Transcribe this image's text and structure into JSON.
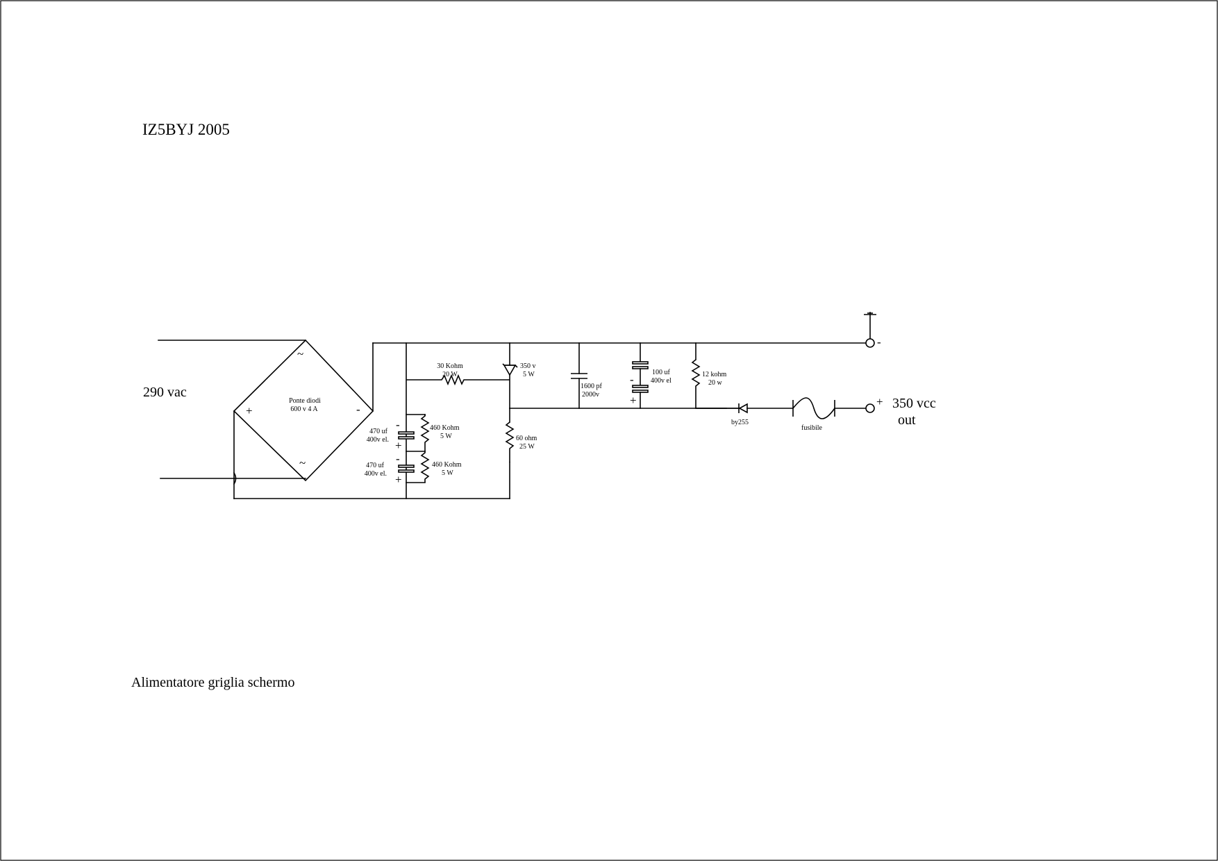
{
  "sheet": {
    "author": "IZ5BYJ 2005",
    "caption": "Alimentatore griglia schermo"
  },
  "schematic": {
    "input": {
      "label": "290 vac"
    },
    "bridge": {
      "line1": "Ponte diodi",
      "line2": "600 v  4 A",
      "ac_mark": "~",
      "plus_mark": "+",
      "minus_mark": "-"
    },
    "c_in_upper": {
      "line1": "470 uf",
      "line2": "400v el.",
      "plus": "+",
      "minus": "-"
    },
    "c_in_lower": {
      "line1": "470 uf",
      "line2": "400v el.",
      "plus": "+",
      "minus": "-"
    },
    "r_bleed_upper": {
      "line1": "460 Kohm",
      "line2": "5 W"
    },
    "r_bleed_lower": {
      "line1": "460 Kohm",
      "line2": "5 W"
    },
    "r_series": {
      "line1": "30 Kohm",
      "line2": "20 W"
    },
    "zener": {
      "line1": "350 v",
      "line2": "5 W"
    },
    "r_load": {
      "line1": "60 ohm",
      "line2": "25 W"
    },
    "c_film": {
      "line1": "1600 pf",
      "line2": "2000v"
    },
    "c_out": {
      "line1": "100 uf",
      "line2": "400v el",
      "plus": "+",
      "minus": "-"
    },
    "r_out": {
      "line1": "12 kohm",
      "line2": "20 w"
    },
    "diode": {
      "label": "by255"
    },
    "fuse": {
      "label": "fusibile"
    },
    "out_negative": {
      "label": "-"
    },
    "out_positive": {
      "sign": "+",
      "line1": "350 vcc",
      "line2": "out"
    }
  }
}
